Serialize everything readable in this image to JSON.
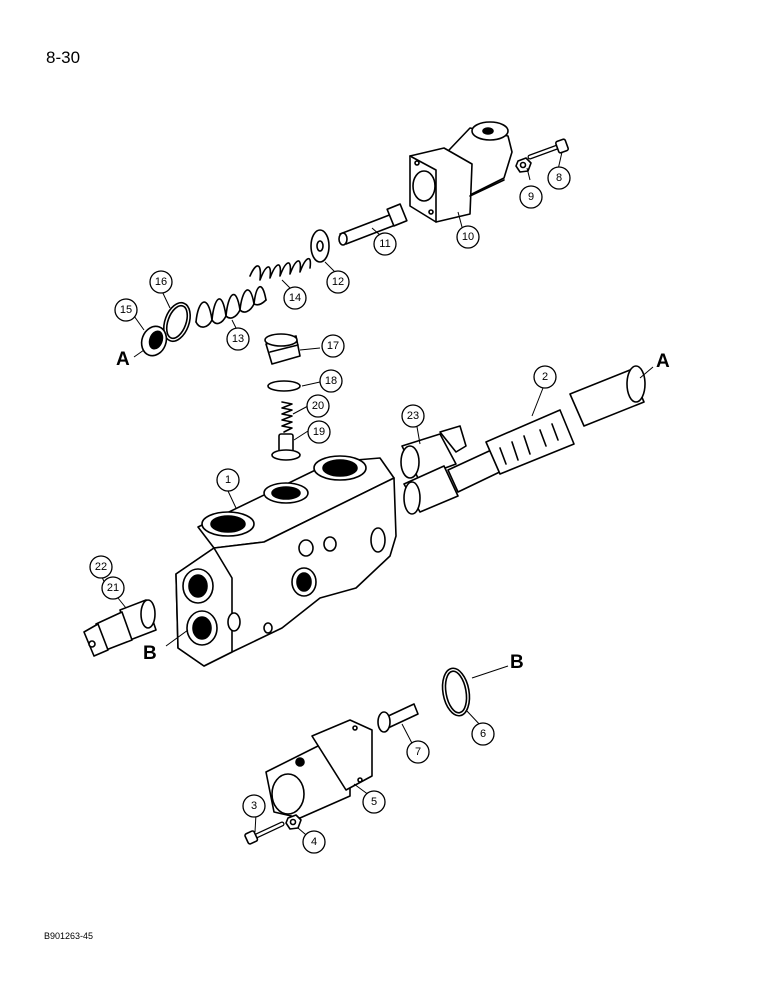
{
  "page_number": "8-30",
  "figure_code": "B901263-45",
  "reference_letters": {
    "a": "A",
    "b": "B"
  },
  "callouts": {
    "c1": "1",
    "c2": "2",
    "c3": "3",
    "c4": "4",
    "c5": "5",
    "c6": "6",
    "c7": "7",
    "c8": "8",
    "c9": "9",
    "c10": "10",
    "c11": "11",
    "c12": "12",
    "c13": "13",
    "c14": "14",
    "c15": "15",
    "c16": "16",
    "c17": "17",
    "c18": "18",
    "c19": "19",
    "c20": "20",
    "c21": "21",
    "c22": "22",
    "c23": "23"
  }
}
